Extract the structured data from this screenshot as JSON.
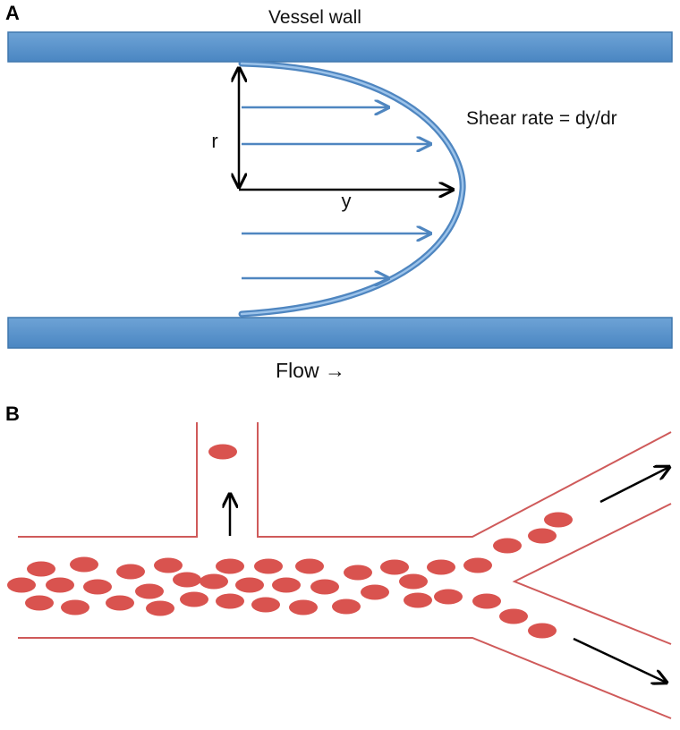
{
  "panel_a": {
    "panel_label": "A",
    "vessel_wall_label": "Vessel wall",
    "radius_label": "r",
    "velocity_label": "y",
    "shear_rate_label": "Shear rate = dy/dr",
    "flow_label": "Flow →",
    "colors": {
      "wall": "#5b93c9",
      "wall_edge": "#3f77ad",
      "profile": "#6a9fd4",
      "arrow_blue": "#4f86c0",
      "arrow_black": "#000000"
    }
  },
  "panel_b": {
    "panel_label": "B",
    "colors": {
      "vessel_line": "#cf5a5a",
      "cell": "#d9534f",
      "arrow": "#000000"
    }
  }
}
